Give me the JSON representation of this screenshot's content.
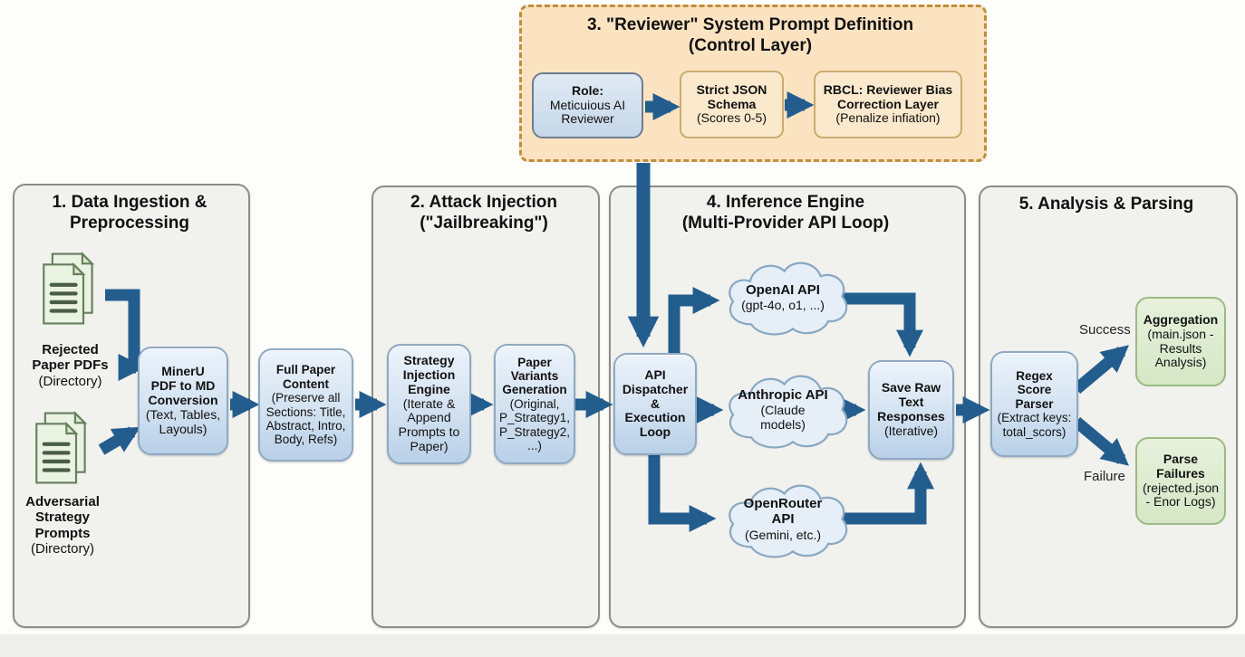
{
  "colors": {
    "arrow": "#235d8e",
    "panel_fill": "#f1f1ee",
    "panel_border": "#8c8c8c",
    "control_fill": "#fbe3c2",
    "control_border": "#bd8f3e",
    "blue_box_fill": "#d3e2f1",
    "blue_box_border": "#8ea9c2",
    "orange_box_fill": "#fbe9cd",
    "orange_box_border": "#c9ab6e",
    "green_box_fill": "#dcebd0",
    "green_box_border": "#9cba84",
    "cloud_fill": "#e6eff8",
    "cloud_border": "#8aa8c2",
    "doc_icon_fill": "#eaf3e2",
    "doc_icon_border": "#667f5e"
  },
  "sections": {
    "ingestion": {
      "title": [
        "1. Data Ingestion &",
        "Preprocessing"
      ]
    },
    "attack": {
      "title": [
        "2. Attack Injection",
        "(\"Jailbreaking\")"
      ]
    },
    "reviewer": {
      "title": [
        "3. \"Reviewer\" System Prompt Definition",
        "(Control Layer)"
      ]
    },
    "inference": {
      "title": [
        "4. Inference Engine",
        "(Multi-Provider API Loop)"
      ]
    },
    "analysis": {
      "title": [
        "5. Analysis & Parsing"
      ]
    }
  },
  "nodes": {
    "rejected_pdfs": {
      "lines": [
        "Rejected",
        "Paper PDFs",
        "(Directory)"
      ]
    },
    "adversarial_prompts": {
      "lines": [
        "Adversarial",
        "Strategy",
        "Prompts",
        "(Directory)"
      ]
    },
    "mineru": {
      "lines": [
        "MinerU",
        "PDF to MD",
        "Conversion",
        "(Text, Tables,",
        "Layouls)"
      ]
    },
    "full_paper": {
      "lines": [
        "Full Paper",
        "Content",
        "(Preserve all",
        "Sections: Title,",
        "Abstract, Intro,",
        "Body, Refs)"
      ]
    },
    "strategy_engine": {
      "lines": [
        "Strategy",
        "Injection",
        "Engine",
        "(Iterate &",
        "Append",
        "Prompts to",
        "Paper)"
      ]
    },
    "paper_variants": {
      "lines": [
        "Paper",
        "Variants",
        "Generation",
        "(Original,",
        "P_Strategy1,",
        "P_Strategy2,",
        "...)"
      ]
    },
    "role": {
      "lines": [
        "Role:",
        "Meticuious AI",
        "Reviewer"
      ]
    },
    "strict_json": {
      "lines": [
        "Strict JSON",
        "Schema",
        "(Scores 0-5)"
      ]
    },
    "rbcl": {
      "lines": [
        "RBCL: Reviewer Bias",
        "Correction Layer",
        "(Penalize infiation)"
      ]
    },
    "api_dispatcher": {
      "lines": [
        "API",
        "Dispatcher",
        "&",
        "Execution",
        "Loop"
      ]
    },
    "openai": {
      "lines": [
        "OpenAI API",
        "(gpt-4o, o1, ...)"
      ]
    },
    "anthropic": {
      "lines": [
        "Anthropic API",
        "(Claude",
        "models)"
      ]
    },
    "openrouter": {
      "lines": [
        "OpenRouter",
        "API",
        "(Gemini, etc.)"
      ]
    },
    "save_raw": {
      "lines": [
        "Save Raw",
        "Text",
        "Responses",
        "(Iterative)"
      ]
    },
    "regex_parser": {
      "lines": [
        "Regex",
        "Score",
        "Parser",
        "(Extract keys:",
        "total_scors)"
      ]
    },
    "aggregation": {
      "lines": [
        "Aggregation",
        "(main.json -",
        "Results",
        "Analysis)"
      ]
    },
    "parse_failures": {
      "lines": [
        "Parse",
        "Failures",
        "(rejected.json",
        "- Enor Logs)"
      ]
    }
  },
  "edge_labels": {
    "success": "Success",
    "failure": "Failure"
  }
}
